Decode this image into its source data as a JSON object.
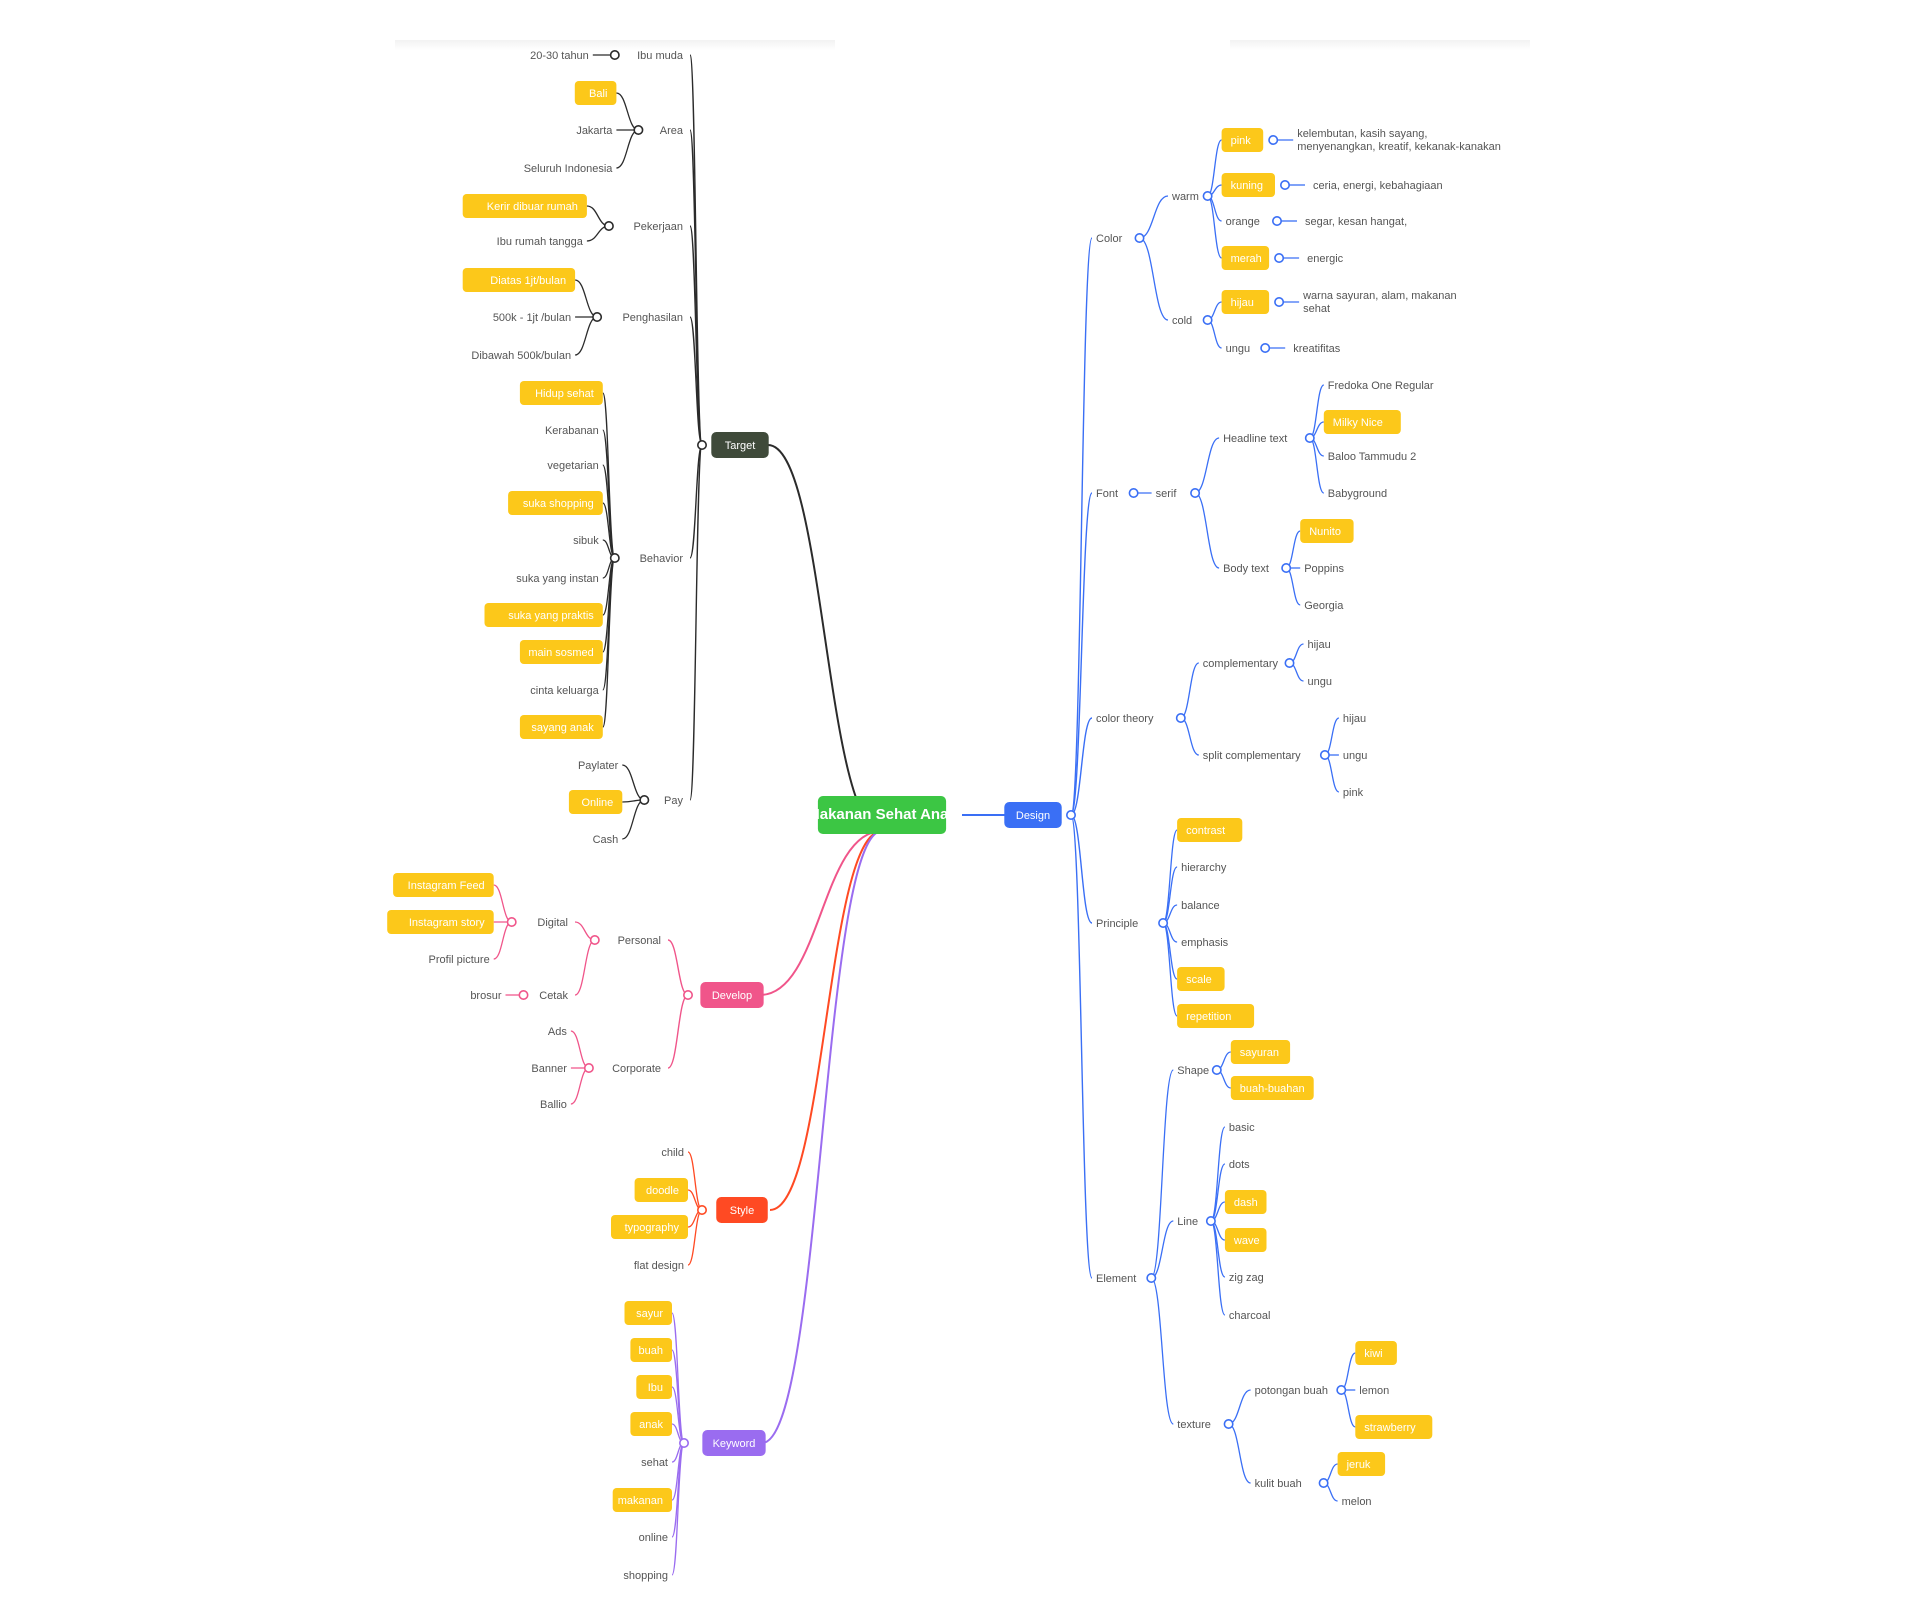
{
  "root": {
    "label": "Makanan Sehat Anak",
    "color": "#3cc644"
  },
  "highlight_color": "#fcc81a",
  "branches": [
    {
      "label": "Target",
      "color": "#3f4a3a",
      "line": "#2b2b2b",
      "children": [
        {
          "label": "Ibu muda",
          "children": [
            {
              "label": "20-30 tahun"
            }
          ]
        },
        {
          "label": "Area",
          "children": [
            {
              "label": "Bali",
              "highlight": true
            },
            {
              "label": "Jakarta"
            },
            {
              "label": "Seluruh Indonesia"
            }
          ]
        },
        {
          "label": "Pekerjaan",
          "children": [
            {
              "label": "Kerir dibuar rumah",
              "highlight": true
            },
            {
              "label": "Ibu rumah tangga"
            }
          ]
        },
        {
          "label": "Penghasilan",
          "children": [
            {
              "label": "Diatas 1jt/bulan",
              "highlight": true
            },
            {
              "label": "500k - 1jt /bulan"
            },
            {
              "label": "Dibawah 500k/bulan"
            }
          ]
        },
        {
          "label": "Behavior",
          "children": [
            {
              "label": "Hidup sehat",
              "highlight": true
            },
            {
              "label": "Kerabanan"
            },
            {
              "label": "vegetarian"
            },
            {
              "label": "suka shopping",
              "highlight": true
            },
            {
              "label": "sibuk"
            },
            {
              "label": "suka yang instan"
            },
            {
              "label": "suka yang praktis",
              "highlight": true
            },
            {
              "label": "main sosmed",
              "highlight": true
            },
            {
              "label": "cinta keluarga"
            },
            {
              "label": "sayang anak",
              "highlight": true
            }
          ]
        },
        {
          "label": "Pay",
          "children": [
            {
              "label": "Paylater"
            },
            {
              "label": "Online",
              "highlight": true
            },
            {
              "label": "Cash"
            }
          ]
        }
      ]
    },
    {
      "label": "Develop",
      "color": "#f0558a",
      "line": "#f0558a",
      "children": [
        {
          "label": "Personal",
          "children": [
            {
              "label": "Digital",
              "children": [
                {
                  "label": "Instagram Feed",
                  "highlight": true
                },
                {
                  "label": "Instagram story",
                  "highlight": true
                },
                {
                  "label": "Profil picture"
                }
              ]
            },
            {
              "label": "Cetak",
              "children": [
                {
                  "label": "brosur"
                }
              ]
            }
          ]
        },
        {
          "label": "Corporate",
          "children": [
            {
              "label": "Ads"
            },
            {
              "label": "Banner"
            },
            {
              "label": "Ballio"
            }
          ]
        }
      ]
    },
    {
      "label": "Style",
      "color": "#ff4a23",
      "line": "#ff4a23",
      "children": [
        {
          "label": "child"
        },
        {
          "label": "doodle",
          "highlight": true
        },
        {
          "label": "typography",
          "highlight": true
        },
        {
          "label": "flat design"
        }
      ]
    },
    {
      "label": "Keyword",
      "color": "#9a6cf0",
      "line": "#9a6cf0",
      "children": [
        {
          "label": "sayur",
          "highlight": true
        },
        {
          "label": "buah",
          "highlight": true
        },
        {
          "label": "Ibu",
          "highlight": true
        },
        {
          "label": "anak",
          "highlight": true
        },
        {
          "label": "sehat"
        },
        {
          "label": "makanan",
          "highlight": true
        },
        {
          "label": "online"
        },
        {
          "label": "shopping"
        }
      ]
    },
    {
      "label": "Design",
      "color": "#3a6ff5",
      "line": "#3a6ff5",
      "children": [
        {
          "label": "Color",
          "children": [
            {
              "label": "warm",
              "children": [
                {
                  "label": "pink",
                  "highlight": true,
                  "children": [
                    {
                      "label": "kelembutan, kasih sayang, menyenangkan, kreatif, kekanak-kanakan"
                    }
                  ]
                },
                {
                  "label": "kuning",
                  "highlight": true,
                  "children": [
                    {
                      "label": "ceria, energi, kebahagiaan"
                    }
                  ]
                },
                {
                  "label": "orange",
                  "children": [
                    {
                      "label": "segar, kesan hangat,"
                    }
                  ]
                },
                {
                  "label": "merah",
                  "highlight": true,
                  "children": [
                    {
                      "label": "energic"
                    }
                  ]
                }
              ]
            },
            {
              "label": "cold",
              "children": [
                {
                  "label": "hijau",
                  "highlight": true,
                  "children": [
                    {
                      "label": "warna sayuran, alam, makanan sehat"
                    }
                  ]
                },
                {
                  "label": "ungu",
                  "children": [
                    {
                      "label": "kreatifitas"
                    }
                  ]
                }
              ]
            }
          ]
        },
        {
          "label": "Font",
          "children": [
            {
              "label": "serif",
              "children": [
                {
                  "label": "Headline text",
                  "children": [
                    {
                      "label": "Fredoka One Regular"
                    },
                    {
                      "label": "Milky Nice",
                      "highlight": true
                    },
                    {
                      "label": "Baloo Tammudu 2"
                    },
                    {
                      "label": "Babyground"
                    }
                  ]
                },
                {
                  "label": "Body text",
                  "children": [
                    {
                      "label": "Nunito",
                      "highlight": true
                    },
                    {
                      "label": "Poppins"
                    },
                    {
                      "label": "Georgia"
                    }
                  ]
                }
              ]
            }
          ]
        },
        {
          "label": "color theory",
          "children": [
            {
              "label": "complementary",
              "children": [
                {
                  "label": "hijau"
                },
                {
                  "label": "ungu"
                }
              ]
            },
            {
              "label": "split complementary",
              "children": [
                {
                  "label": "hijau"
                },
                {
                  "label": "ungu"
                },
                {
                  "label": "pink"
                }
              ]
            }
          ]
        },
        {
          "label": "Principle",
          "children": [
            {
              "label": "contrast",
              "highlight": true
            },
            {
              "label": "hierarchy"
            },
            {
              "label": "balance"
            },
            {
              "label": "emphasis"
            },
            {
              "label": "scale",
              "highlight": true
            },
            {
              "label": "repetition",
              "highlight": true
            }
          ]
        },
        {
          "label": "Element",
          "children": [
            {
              "label": "Shape",
              "children": [
                {
                  "label": "sayuran",
                  "highlight": true
                },
                {
                  "label": "buah-buahan",
                  "highlight": true
                }
              ]
            },
            {
              "label": "Line",
              "children": [
                {
                  "label": "basic"
                },
                {
                  "label": "dots"
                },
                {
                  "label": "dash",
                  "highlight": true
                },
                {
                  "label": "wave",
                  "highlight": true
                },
                {
                  "label": "zig zag"
                },
                {
                  "label": "charcoal"
                }
              ]
            },
            {
              "label": "texture",
              "children": [
                {
                  "label": "potongan buah",
                  "children": [
                    {
                      "label": "kiwi",
                      "highlight": true
                    },
                    {
                      "label": "lemon"
                    },
                    {
                      "label": "strawberry",
                      "highlight": true
                    }
                  ]
                },
                {
                  "label": "kulit buah",
                  "children": [
                    {
                      "label": "jeruk",
                      "highlight": true
                    },
                    {
                      "label": "melon"
                    }
                  ]
                }
              ]
            }
          ]
        }
      ]
    }
  ]
}
